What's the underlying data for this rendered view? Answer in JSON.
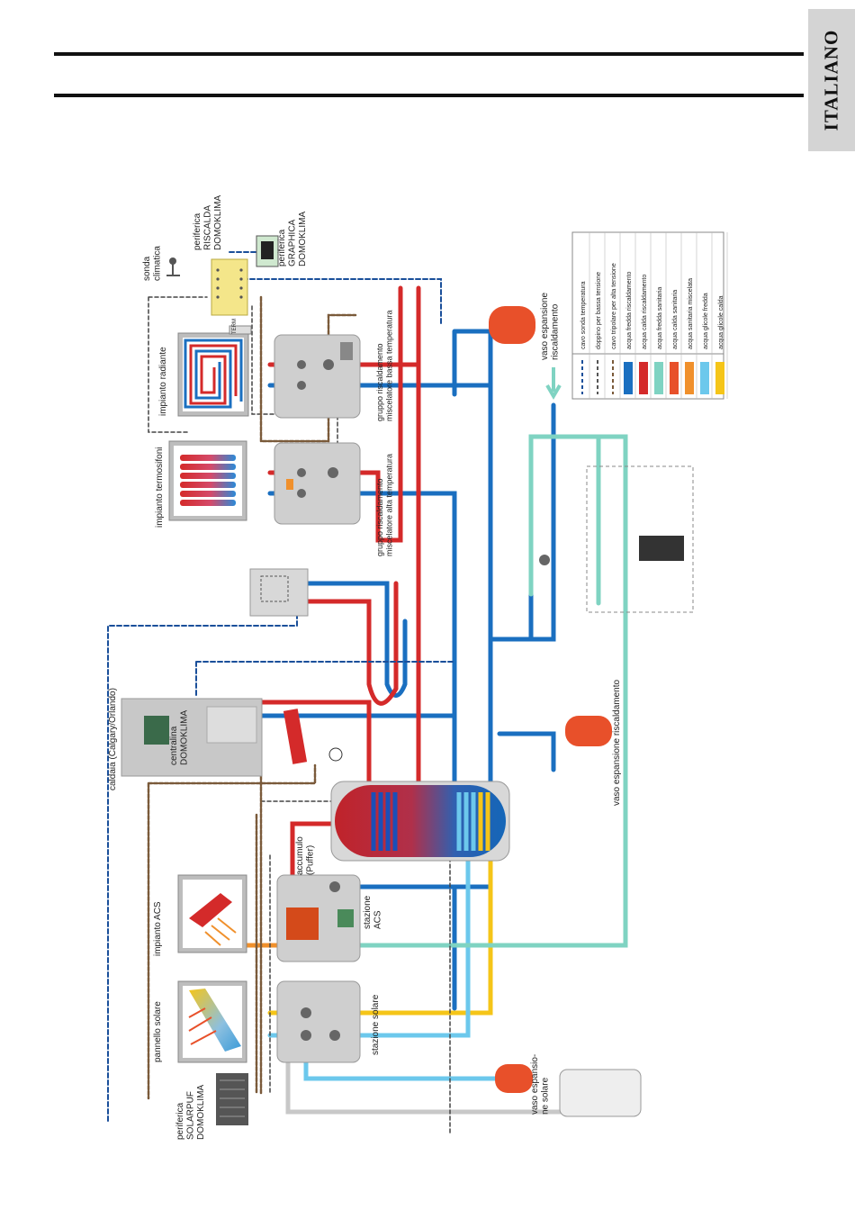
{
  "header": {
    "language_tab": "ITALIANO"
  },
  "legend": [
    {
      "label": "cavo sonda temperatura",
      "style": "dash-blue"
    },
    {
      "label": "doppino per bassa tensione",
      "style": "dash-double"
    },
    {
      "label": "cavo tripolare per alta tensione",
      "style": "dash-triple"
    },
    {
      "label": "acqua fredda riscaldamento",
      "color": "#1a6fc0"
    },
    {
      "label": "acqua calda riscaldamento",
      "color": "#d42a2a"
    },
    {
      "label": "acqua fredda sanitaria",
      "color": "#7fd3c2"
    },
    {
      "label": "acqua calda sanitaria",
      "color": "#e8502a"
    },
    {
      "label": "acqua sanitaria miscelata",
      "color": "#f0902c"
    },
    {
      "label": "acqua glicole fredda",
      "color": "#6cc8ec"
    },
    {
      "label": "acqua glicole calda",
      "color": "#f5c518"
    }
  ],
  "labels": {
    "sonda": [
      "sonda",
      "climatica"
    ],
    "riscalda": [
      "periferica",
      "RISCALDA",
      "DOMOKLIMA"
    ],
    "graphica": [
      "periferica",
      "GRAPHICA",
      "DOMOKLIMA"
    ],
    "radiante": "impianto radiante",
    "termosifoni": "impianto termosifoni",
    "gruppo_bassa": [
      "gruppo riscaldamento",
      "miscelatore bassa temperatura"
    ],
    "gruppo_alta": [
      "gruppo riscaldamento",
      "miscelatore alta temperatura"
    ],
    "vaso_risc_top": [
      "vaso espansione",
      "riscaldamento"
    ],
    "vaso_risc_mid": "vaso espansione riscaldamento",
    "caldaia": "caldaia (Calgary/Orlando)",
    "centralina": [
      "centralina",
      "DOMOKLIMA"
    ],
    "accumulo": [
      "accumulo",
      "(Puffer)"
    ],
    "impianto_acs": "impianto ACS",
    "stazione_acs": [
      "stazione",
      "ACS"
    ],
    "pannello": "pannello solare",
    "stazione_solare": "stazione solare",
    "solarpuf": [
      "periferica",
      "SOLARPUF",
      "DOMOKLIMA"
    ],
    "vaso_solare": [
      "vaso espansio-",
      "ne solare"
    ],
    "term_tag": "TERM"
  }
}
